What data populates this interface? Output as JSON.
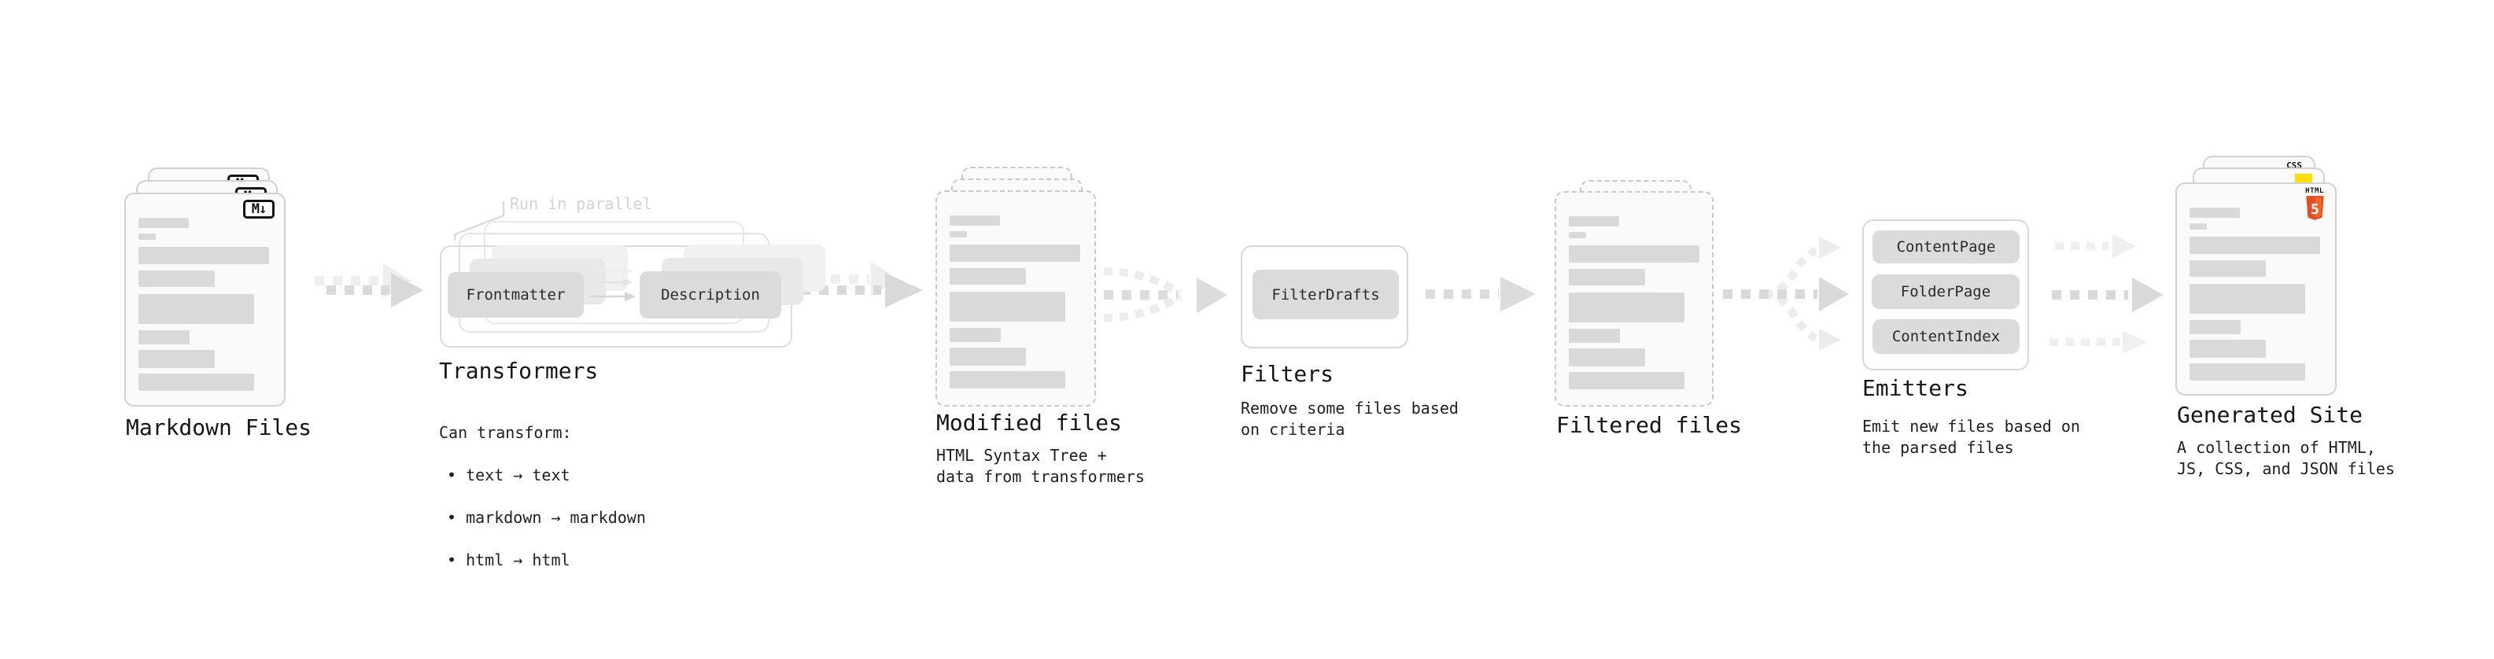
{
  "stages": {
    "markdown": {
      "label": "Markdown Files",
      "badge": "M↓"
    },
    "transformers": {
      "label": "Transformers",
      "note": "Run in parallel",
      "box1": "Frontmatter",
      "box2": "Description",
      "desc_title": "Can transform:",
      "bullets": [
        "• text → text",
        "• markdown → markdown",
        "• html → html"
      ]
    },
    "modified": {
      "label": "Modified files",
      "desc": "HTML Syntax Tree +\ndata from transformers"
    },
    "filters": {
      "label": "Filters",
      "button": "FilterDrafts",
      "desc": "Remove some files based\non criteria"
    },
    "filtered": {
      "label": "Filtered files"
    },
    "emitters": {
      "label": "Emitters",
      "buttons": [
        "ContentPage",
        "FolderPage",
        "ContentIndex"
      ],
      "desc": "Emit new files based on\nthe parsed files"
    },
    "generated": {
      "label": "Generated Site",
      "desc": "A collection of HTML,\nJS, CSS, and JSON files",
      "css_label": "CSS",
      "html_label": "HTML",
      "html_number": "5"
    }
  },
  "colors": {
    "card_fill": "#fafafa",
    "card_border": "#d2d2d2",
    "placeholder_bar": "#d9d9d9",
    "chip_fill": "#dbdbdb",
    "arrow_main": "#d9d9d9",
    "arrow_faint": "#eeeeee",
    "css_blue": "#2965f1",
    "js_yellow": "#ffdf00",
    "html5_orange": "#e44d26",
    "html5_orange_light": "#f16529"
  }
}
